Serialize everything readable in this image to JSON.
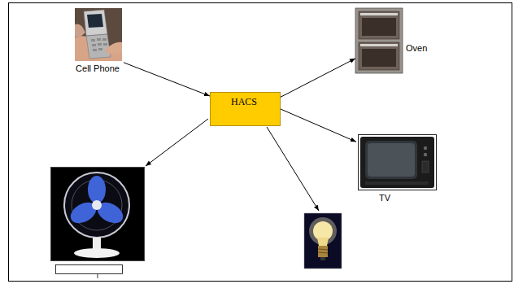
{
  "diagram": {
    "nodes": [
      {
        "text": [
          "Cell Phone"
        ]
      },
      {
        "text": [
          "HACS"
        ]
      },
      {
        "text": [
          "Oven"
        ]
      },
      {
        "text": [
          "TV"
        ]
      }
    ],
    "edges": [
      {
        "from": 0,
        "to": 1,
        "arrow": "to"
      },
      {
        "from": 1,
        "to": 2,
        "arrow": "to"
      },
      {
        "from": 1,
        "to": 3,
        "arrow": "to"
      }
    ]
  }
}
